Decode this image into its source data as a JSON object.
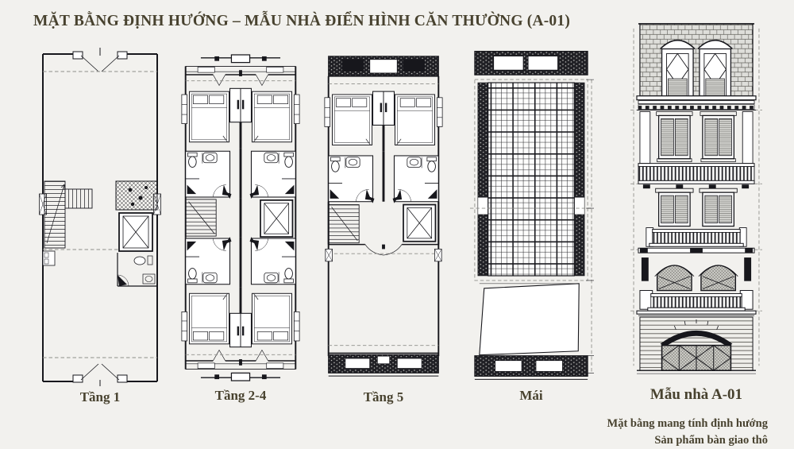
{
  "page": {
    "background_color": "#f2f1ee",
    "text_color": "#48422f",
    "drawing_ink_color": "#17171c"
  },
  "header": {
    "title": "MẶT BẰNG ĐỊNH HƯỚNG – MẪU NHÀ ĐIỂN HÌNH CĂN THƯỜNG (A-01)"
  },
  "panels": [
    {
      "id": "tang-1",
      "label": "Tầng 1",
      "type": "floor-plan"
    },
    {
      "id": "tang-2-4",
      "label": "Tầng 2-4",
      "type": "floor-plan"
    },
    {
      "id": "tang-5",
      "label": "Tầng 5",
      "type": "floor-plan"
    },
    {
      "id": "mai",
      "label": "Mái",
      "type": "roof-plan"
    },
    {
      "id": "mau-nha-a-01",
      "label": "Mẫu nhà A-01",
      "type": "front-elevation"
    }
  ],
  "footnote": {
    "line1": "Mặt bằng mang tính định hướng",
    "line2": "Sản phẩm bàn giao thô"
  }
}
